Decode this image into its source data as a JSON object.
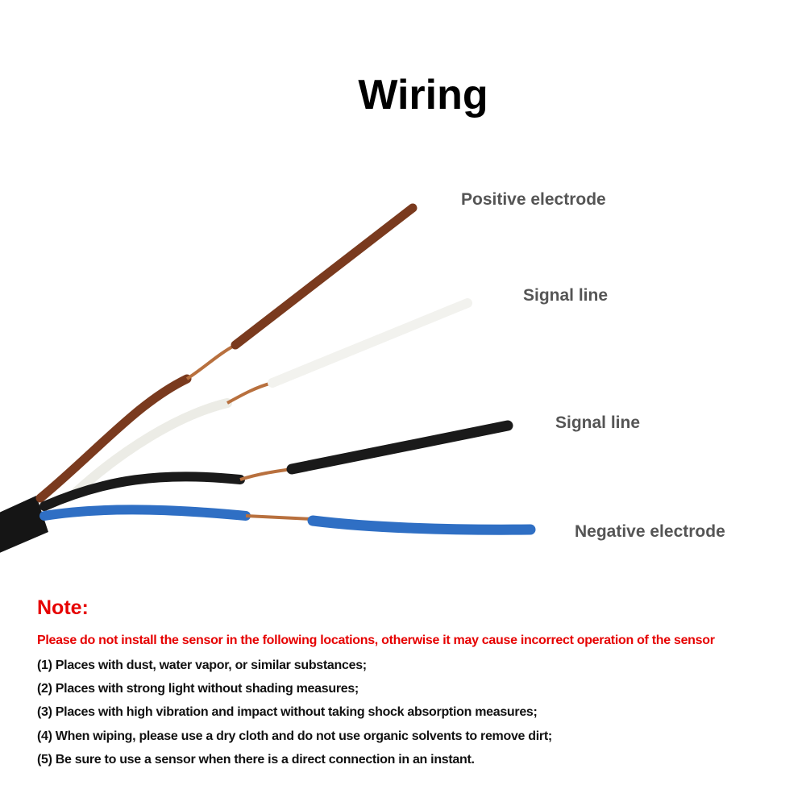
{
  "title": "Wiring",
  "labels": {
    "brown": "Positive electrode",
    "white": "Signal line",
    "black": "Signal line",
    "blue": "Negative electrode"
  },
  "wire_colors": {
    "brown": "#7a3a1e",
    "white": "#f2f2ee",
    "black": "#1a1a1a",
    "blue": "#2f6fc4",
    "copper": "#b8703e"
  },
  "note": {
    "heading": "Note:",
    "warning": "Please do not install the sensor in the following locations, otherwise it may cause incorrect operation of the sensor",
    "items": [
      "(1) Places with dust, water vapor, or similar substances;",
      "(2) Places with strong light without shading measures;",
      "(3) Places with high vibration and impact without taking shock absorption measures;",
      "(4) When wiping, please use a dry cloth and do not use organic solvents to remove dirt;",
      "(5) Be sure to use a sensor when there is a direct connection in an instant."
    ]
  }
}
